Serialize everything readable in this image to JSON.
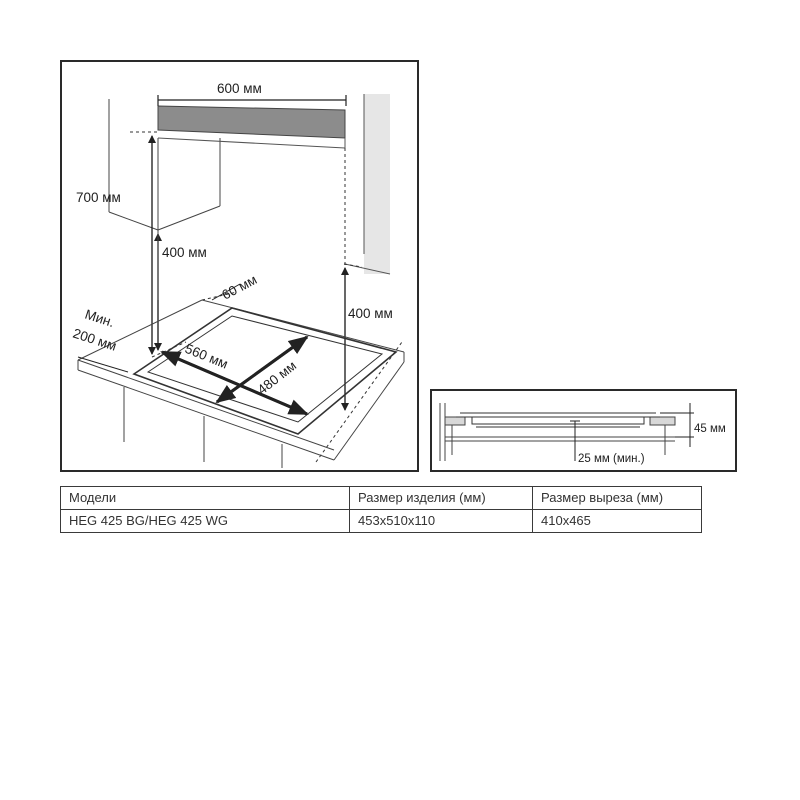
{
  "diagram": {
    "labels": {
      "width_600": "600 мм",
      "height_700": "700 мм",
      "height_400_left": "400 мм",
      "height_400_right": "400 мм",
      "gap_60": "60 мм",
      "min_label": "Мин.",
      "min_200": "200 мм",
      "cutout_560": "560 мм",
      "cutout_480": "480 мм"
    },
    "section_labels": {
      "thickness_45": "45 мм",
      "gap_25_min": "25 мм (мин.)"
    }
  },
  "table": {
    "headers": [
      "Модели",
      "Размер изделия (мм)",
      "Размер выреза (мм)"
    ],
    "rows": [
      [
        "HEG 425 BG/HEG 425 WG",
        "453x510x110",
        "410x465"
      ]
    ]
  }
}
